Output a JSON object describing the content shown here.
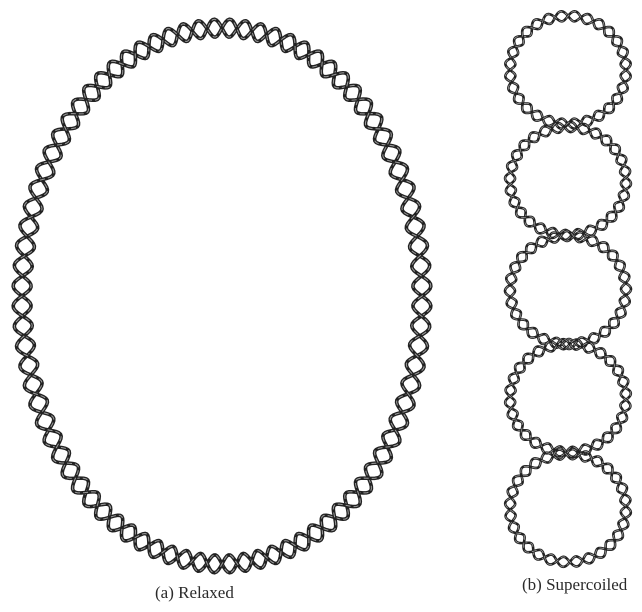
{
  "panels": [
    {
      "id": "a",
      "caption": "(a) Relaxed"
    },
    {
      "id": "b",
      "caption": "(b) Supercoiled"
    }
  ],
  "colors": {
    "strand": "#222222",
    "background": "#ffffff",
    "caption": "#2a2a2a"
  }
}
